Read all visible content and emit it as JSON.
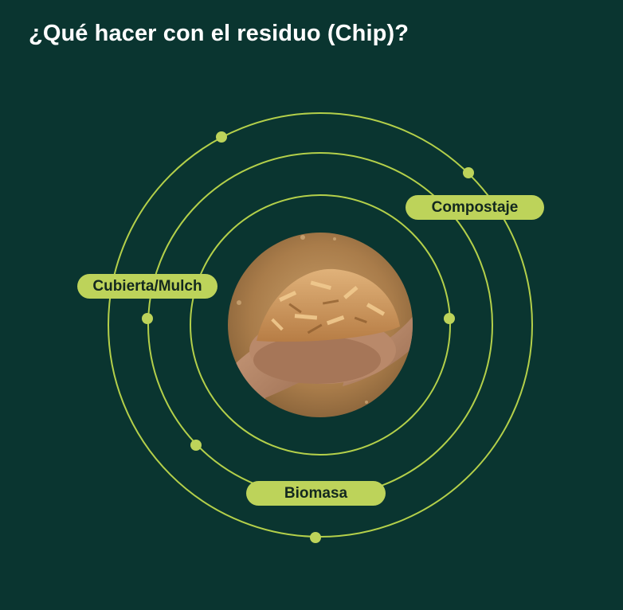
{
  "title": "¿Qué hacer con el residuo (Chip)?",
  "labels": {
    "compostaje": "Compostaje",
    "mulch": "Cubierta/Mulch",
    "biomasa": "Biomasa"
  },
  "image": {
    "subject": "hands-holding-wood-chips"
  },
  "colors": {
    "background": "#0a3530",
    "accent": "#bdd35a",
    "ring": "#b4d04a",
    "title": "#ffffff"
  }
}
